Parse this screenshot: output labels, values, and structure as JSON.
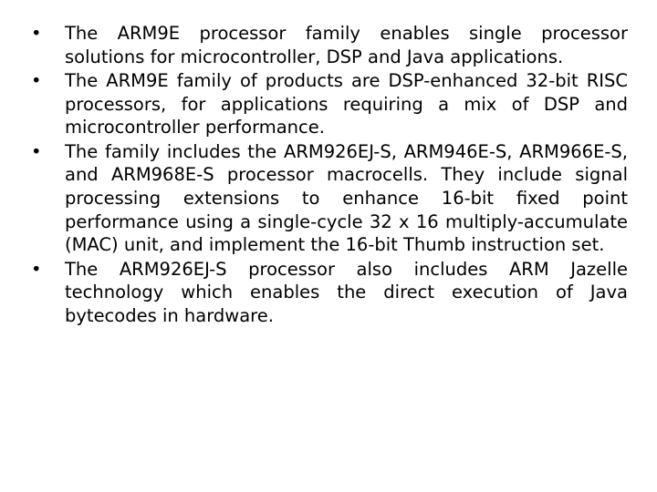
{
  "bullet_glyph": "•",
  "bullets": [
    "The ARM9E processor family enables single processor solutions for microcontroller, DSP and Java applications.",
    "The ARM9E family of products are DSP-enhanced 32-bit RISC processors, for applications requiring a mix of DSP and microcontroller performance.",
    "The family includes the ARM926EJ-S, ARM946E-S, ARM966E-S, and ARM968E-S processor macrocells. They include signal processing extensions to enhance 16-bit fixed point performance using a single-cycle 32 x 16 multiply-accumulate (MAC) unit, and implement the 16-bit Thumb instruction set.",
    "The ARM926EJ-S processor also includes ARM Jazelle technology which enables the direct execution of Java bytecodes in hardware."
  ]
}
